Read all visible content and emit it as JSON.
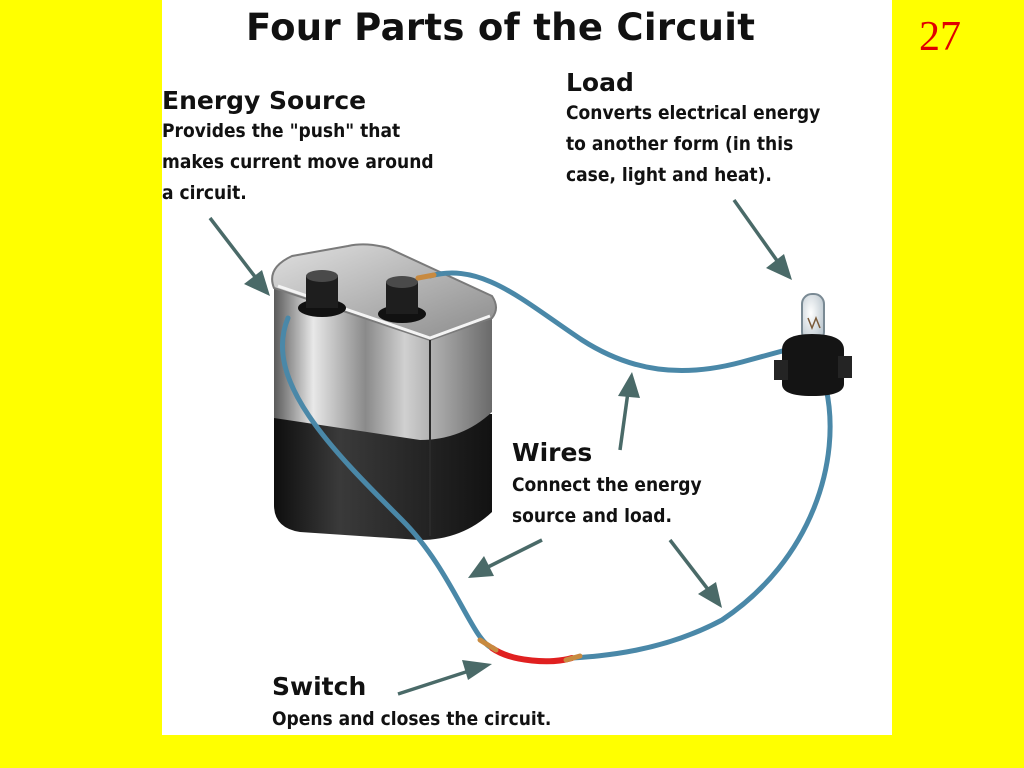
{
  "slide_number": "27",
  "title": "Four Parts of the Circuit",
  "labels": {
    "energy_source": {
      "heading": "Energy Source",
      "description": "Provides the \"push\" that\nmakes current move around\na circuit."
    },
    "load": {
      "heading": "Load",
      "description": "Converts electrical energy\nto another form (in this\ncase, light and heat)."
    },
    "wires": {
      "heading": "Wires",
      "description": "Connect the energy\nsource and load."
    },
    "switch": {
      "heading": "Switch",
      "description": "Opens and closes the circuit."
    }
  },
  "colors": {
    "background": "#ffff00",
    "slide_number": "#e00000",
    "wire": "#4a88a8",
    "switch_wire": "#e02020",
    "arrow": "#4a6a68"
  }
}
